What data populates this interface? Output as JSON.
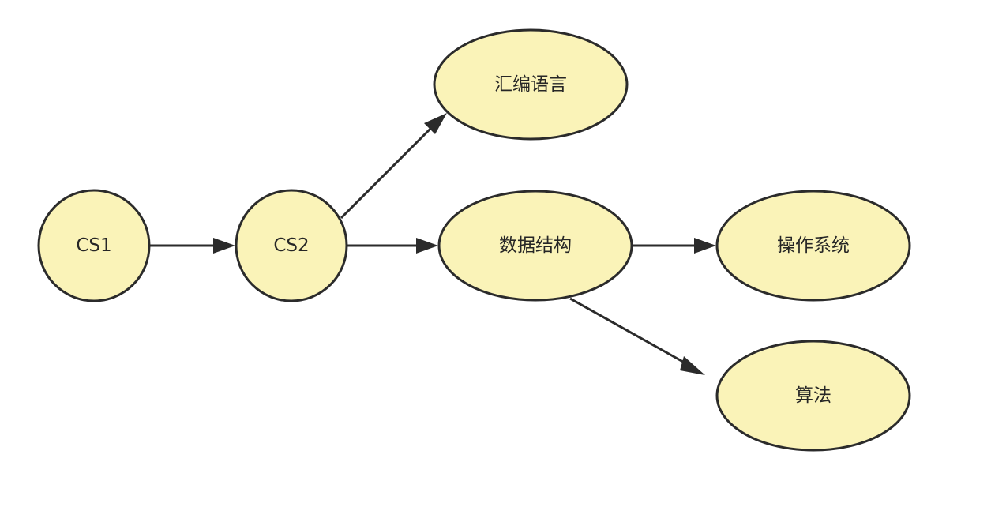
{
  "diagram": {
    "nodes": [
      {
        "id": "cs1",
        "label": "CS1"
      },
      {
        "id": "cs2",
        "label": "CS2"
      },
      {
        "id": "assembly",
        "label": "汇编语言"
      },
      {
        "id": "data_structures",
        "label": "数据结构"
      },
      {
        "id": "operating_systems",
        "label": "操作系统"
      },
      {
        "id": "algorithms",
        "label": "算法"
      }
    ],
    "edges": [
      {
        "from": "cs1",
        "to": "cs2"
      },
      {
        "from": "cs2",
        "to": "assembly"
      },
      {
        "from": "cs2",
        "to": "data_structures"
      },
      {
        "from": "data_structures",
        "to": "operating_systems"
      },
      {
        "from": "data_structures",
        "to": "algorithms"
      }
    ]
  },
  "colors": {
    "node_fill": "#faf3b8",
    "stroke": "#2b2b2b",
    "text": "#262626"
  }
}
